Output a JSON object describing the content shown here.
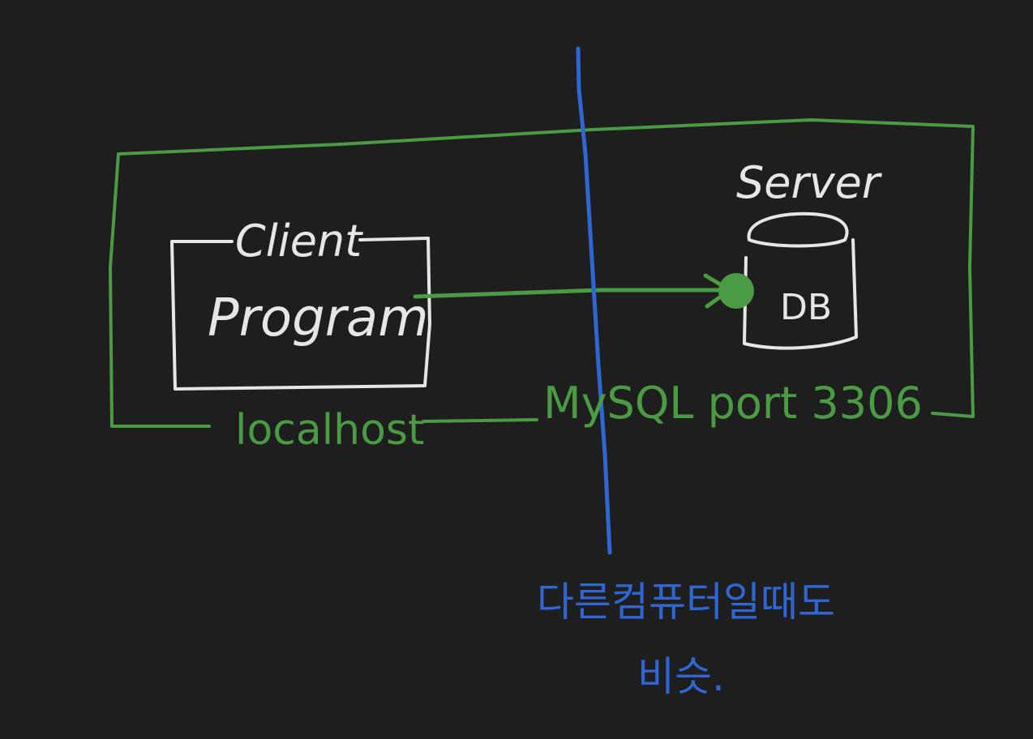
{
  "colors": {
    "background": "#1e1e1e",
    "white_ink": "#e6e6e6",
    "green_ink": "#4b9a44",
    "blue_ink": "#2f66d2"
  },
  "diagram": {
    "client_label": "Client",
    "program_label": "Program",
    "server_label": "Server",
    "db_label": "DB",
    "localhost_label": "localhost",
    "port_label": "MySQL port 3306",
    "note_line1": "다른컴퓨터일때도",
    "note_line2": "비슷."
  }
}
